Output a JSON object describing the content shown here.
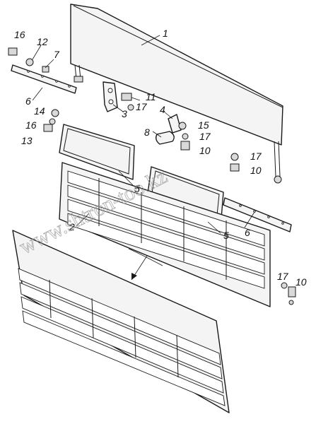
{
  "callouts": [
    {
      "id": "c1",
      "text": "1"
    },
    {
      "id": "c2",
      "text": "2"
    },
    {
      "id": "c3",
      "text": "3"
    },
    {
      "id": "c4",
      "text": "4"
    },
    {
      "id": "c5a",
      "text": "5"
    },
    {
      "id": "c5b",
      "text": "5"
    },
    {
      "id": "c6a",
      "text": "6"
    },
    {
      "id": "c6b",
      "text": "6"
    },
    {
      "id": "c7",
      "text": "7"
    },
    {
      "id": "c8",
      "text": "8"
    },
    {
      "id": "c10a",
      "text": "10"
    },
    {
      "id": "c10b",
      "text": "10"
    },
    {
      "id": "c10c",
      "text": "10"
    },
    {
      "id": "c11",
      "text": "11"
    },
    {
      "id": "c12",
      "text": "12"
    },
    {
      "id": "c13",
      "text": "13"
    },
    {
      "id": "c14",
      "text": "14"
    },
    {
      "id": "c15",
      "text": "15"
    },
    {
      "id": "c16a",
      "text": "16"
    },
    {
      "id": "c16b",
      "text": "16"
    },
    {
      "id": "c17a",
      "text": "17"
    },
    {
      "id": "c17b",
      "text": "17"
    },
    {
      "id": "c17c",
      "text": "17"
    },
    {
      "id": "c17d",
      "text": "17"
    }
  ],
  "watermark": "www.shtron-too.kz"
}
